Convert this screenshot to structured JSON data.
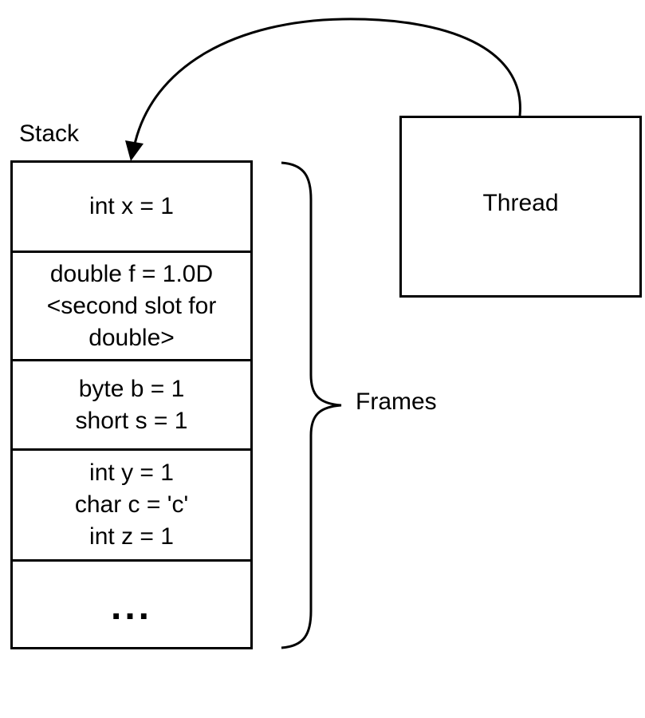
{
  "stack": {
    "title": "Stack",
    "slots": [
      {
        "lines": [
          "int x = 1"
        ]
      },
      {
        "lines": [
          "double f = 1.0D",
          "<second slot for",
          "double>"
        ]
      },
      {
        "lines": [
          "byte b = 1",
          "short s = 1"
        ]
      },
      {
        "lines": [
          "int y = 1",
          "char c = 'c'",
          "int z = 1"
        ]
      },
      {
        "lines": [
          "..."
        ]
      }
    ]
  },
  "thread": {
    "label": "Thread"
  },
  "frames": {
    "label": "Frames"
  },
  "colors": {
    "stroke": "#000000",
    "background": "#ffffff"
  }
}
